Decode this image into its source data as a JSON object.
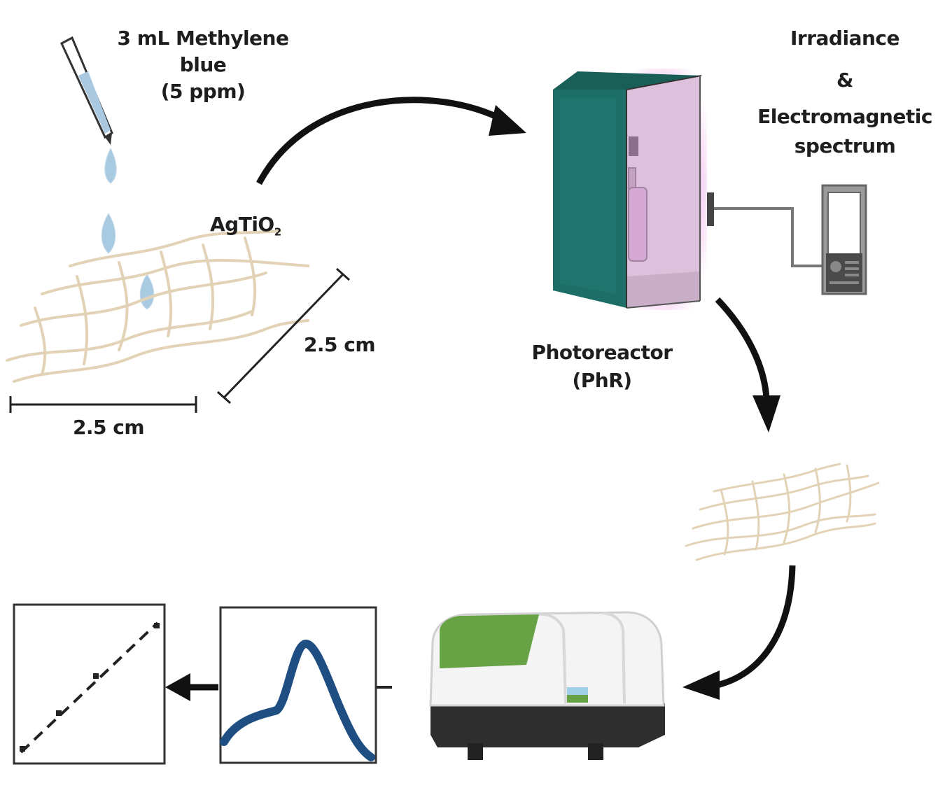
{
  "labels": {
    "reagent_line1": "3 mL Methylene blue",
    "reagent_line2": "(5 ppm)",
    "sample_main": "AgTiO",
    "sample_sub": "2",
    "dim_horizontal": "2.5 cm",
    "dim_diagonal": "2.5 cm",
    "photoreactor_line1": "Photoreactor",
    "photoreactor_line2": "(PhR)",
    "irradiance_line1": "Irradiance",
    "irradiance_line2": "&",
    "irradiance_line3": "Electromagnetic",
    "irradiance_line4": "spectrum"
  },
  "colors": {
    "mesh": "#e3d3b6",
    "drop": "#a9cbe2",
    "reactor_front": "#1d6e66",
    "reactor_glow": "#d9b9da",
    "spectrometer_lid": "#67a344",
    "curve": "#1f4f82",
    "arrow": "#111111"
  },
  "icons": [
    "pipette-icon",
    "drop-icon",
    "mesh-icon",
    "photoreactor-icon",
    "radiometer-icon",
    "spectrometer-icon",
    "absorbance-plot-icon",
    "calibration-plot-icon"
  ]
}
